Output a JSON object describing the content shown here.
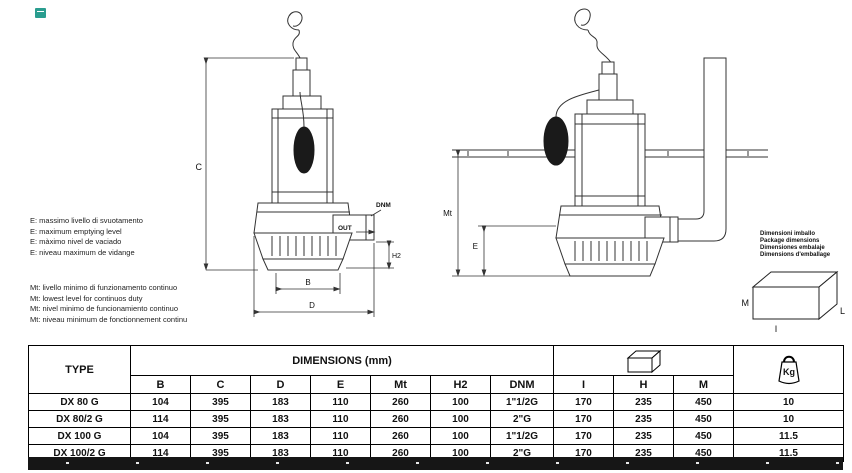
{
  "colors": {
    "line": "#333333",
    "table_border": "#000000",
    "accent_mark": "#2a9d8f",
    "bottom_bar": "#161616"
  },
  "notes": {
    "e_lines": [
      "E:  massimo livello di svuotamento",
      "E:  maximum  emptying level",
      "E:  màximo nivel de vaciado",
      "E:  niveau maximum de vidange"
    ],
    "mt_lines": [
      "Mt: livello minimo di funzionamento continuo",
      "Mt: lowest level for continuos duty",
      "Mt: nivel minimo de funcionamiento continuo",
      "Mt: niveau minimum de fonctionnement continu"
    ]
  },
  "package": {
    "title_lines": [
      "Dimensioni imballo",
      "Package dimensions",
      "Dimensiones embalaje",
      "Dimensions d'emballage"
    ],
    "label_m": "M",
    "label_l": "L",
    "label_i": "I"
  },
  "diagram": {
    "left": {
      "c": "C",
      "b": "B",
      "d": "D",
      "dnm": "DNM",
      "out": "OUT",
      "h2": "H2"
    },
    "right": {
      "mt": "Mt",
      "e": "E"
    }
  },
  "table": {
    "type_header": "TYPE",
    "dimensions_header": "DIMENSIONS (mm)",
    "columns": [
      "B",
      "C",
      "D",
      "E",
      "Mt",
      "H2",
      "DNM",
      "I",
      "H",
      "M"
    ],
    "kg_label": "Kg",
    "rows": [
      {
        "type": "DX 80 G",
        "B": "104",
        "C": "395",
        "D": "183",
        "E": "110",
        "Mt": "260",
        "H2": "100",
        "DNM": "1\"1/2G",
        "I": "170",
        "H": "235",
        "M": "450",
        "Kg": "10"
      },
      {
        "type": "DX 80/2 G",
        "B": "114",
        "C": "395",
        "D": "183",
        "E": "110",
        "Mt": "260",
        "H2": "100",
        "DNM": "2\"G",
        "I": "170",
        "H": "235",
        "M": "450",
        "Kg": "10"
      },
      {
        "type": "DX 100 G",
        "B": "104",
        "C": "395",
        "D": "183",
        "E": "110",
        "Mt": "260",
        "H2": "100",
        "DNM": "1\"1/2G",
        "I": "170",
        "H": "235",
        "M": "450",
        "Kg": "11.5"
      },
      {
        "type": "DX 100/2 G",
        "B": "114",
        "C": "395",
        "D": "183",
        "E": "110",
        "Mt": "260",
        "H2": "100",
        "DNM": "2\"G",
        "I": "170",
        "H": "235",
        "M": "450",
        "Kg": "11.5"
      }
    ]
  }
}
